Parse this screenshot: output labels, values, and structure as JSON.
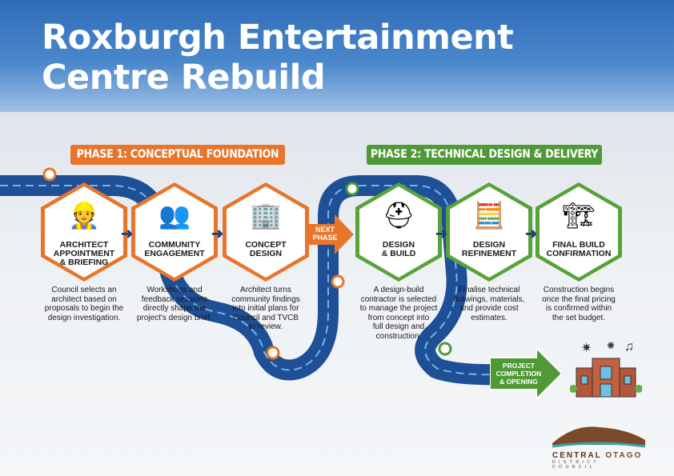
{
  "title": "Roxburgh Entertainment Centre Rebuild",
  "title_line1": "Roxburgh Entertainment",
  "title_line2": "Centre Rebuild",
  "phases": [
    {
      "label": "PHASE 1: CONCEPTUAL FOUNDATION",
      "color": "#e8752a"
    },
    {
      "label": "PHASE 2: TECHNICAL DESIGN & DELIVERY",
      "color": "#4f9a37"
    }
  ],
  "steps": [
    {
      "label": "ARCHITECT\nAPPOINTMENT\n& BRIEFING",
      "icon": "architect-icon",
      "desc": "Council selects an\narchitect based on\nproposals to begin the\ndesign investigation."
    },
    {
      "label": "COMMUNITY\nENGAGEMENT",
      "icon": "community-icon",
      "desc": "Workshops and\nfeedback sessions\ndirectly shape the\nproject's design brief."
    },
    {
      "label": "CONCEPT\nDESIGN",
      "icon": "blueprint-icon",
      "desc": "Architect turns\ncommunity findings\ninto initial plans for\nCouncil and TVCB\nto review."
    },
    {
      "label": "DESIGN\n& BUILD",
      "icon": "hardhat-tools-icon",
      "desc": "A design-build\ncontractor is selected\nto manage the project\nfrom concept into\nfull design and\nconstruction."
    },
    {
      "label": "DESIGN\nREFINEMENT",
      "icon": "calculator-drawing-icon",
      "desc": "Finalise technical\ndrawings, materials,\nand provide cost\nestimates."
    },
    {
      "label": "FINAL BUILD\nCONFIRMATION",
      "icon": "crane-icon",
      "desc": "Construction begins\nonce the final pricing\nis confirmed within\nthe set budget."
    }
  ],
  "next_phase": "NEXT\nPHASE",
  "completion": "PROJECT\nCOMPLETION\n& OPENING",
  "logo": {
    "line1a": "CENTRAL",
    "line1b": "OTAGO",
    "line2": "DISTRICT COUNCIL"
  }
}
